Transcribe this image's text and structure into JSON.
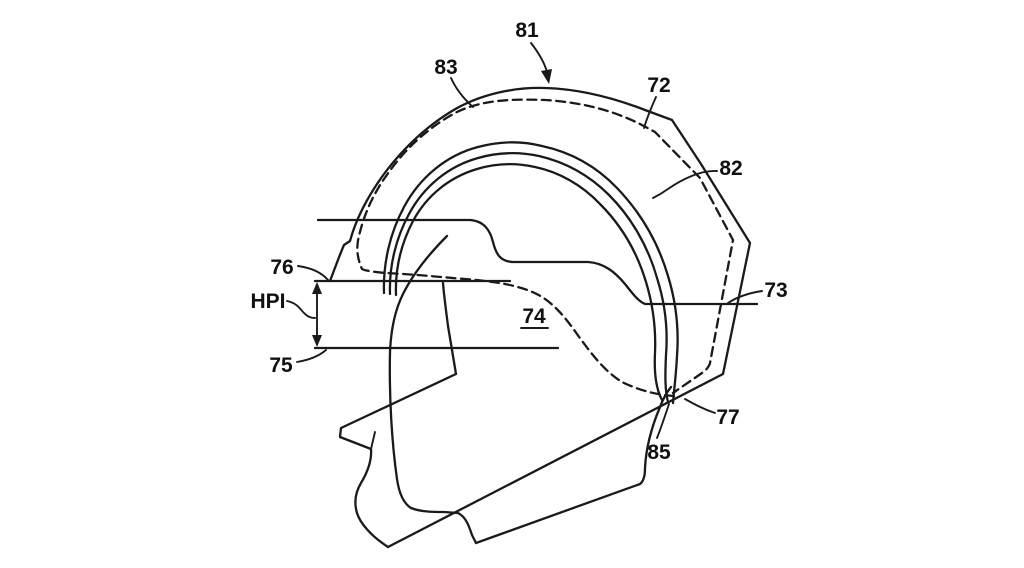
{
  "figure": {
    "kind": "patent line drawing",
    "subject": "helmet side-view cross-section with reference numerals",
    "background_color": "#ffffff",
    "line_color": "#1a1a1a",
    "labels": [
      {
        "id": "81",
        "text": "81"
      },
      {
        "id": "83",
        "text": "83"
      },
      {
        "id": "72",
        "text": "72"
      },
      {
        "id": "82",
        "text": "82"
      },
      {
        "id": "73",
        "text": "73"
      },
      {
        "id": "74",
        "text": "74",
        "underlined": true
      },
      {
        "id": "76",
        "text": "76"
      },
      {
        "id": "hpi",
        "text": "HPI"
      },
      {
        "id": "75",
        "text": "75"
      },
      {
        "id": "77",
        "text": "77"
      },
      {
        "id": "85",
        "text": "85"
      }
    ],
    "dimension": {
      "name": "HPI",
      "style": "double-headed vertical arrow between reference lines 76 and 75"
    }
  }
}
